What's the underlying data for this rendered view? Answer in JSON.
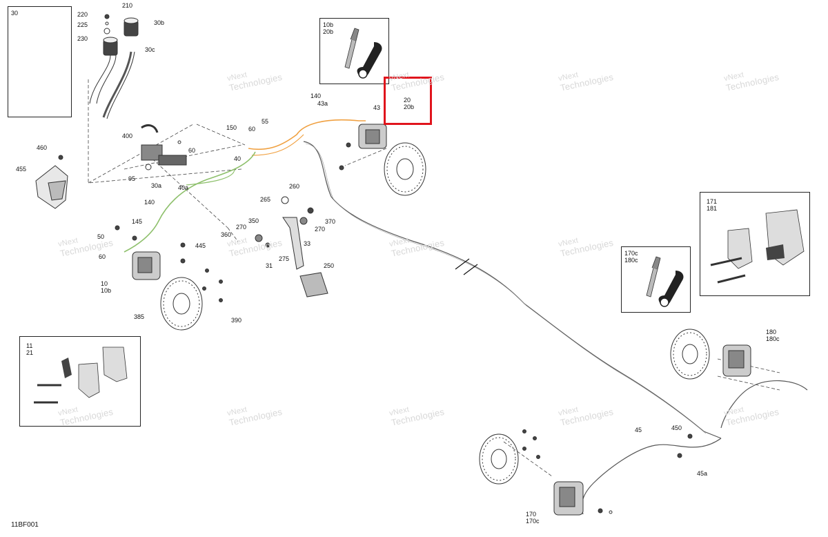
{
  "diagram": {
    "code": "11BF001",
    "watermark": {
      "line1": "vNext",
      "line2": "Technologies"
    },
    "colors": {
      "highlight": "#e0141c",
      "front_line": "#f0a040",
      "master_line": "#8ec06c",
      "outline": "#333333"
    },
    "insets": {
      "top_left": {
        "labels": [
          "30"
        ]
      },
      "bleeder_front": {
        "lines": [
          "10b",
          "20b"
        ]
      },
      "pads_front": {
        "lines": [
          "11",
          "21"
        ]
      },
      "bleeder_rear": {
        "lines": [
          "170c",
          "180c"
        ]
      },
      "pads_rear": {
        "lines": [
          "171",
          "181"
        ]
      }
    },
    "highlight": {
      "lines": [
        "20",
        "20b"
      ]
    },
    "callouts": {
      "c210": "210",
      "c220": "220",
      "c225": "225",
      "c230": "230",
      "c30b": "30b",
      "c30c": "30c",
      "c400": "400",
      "c460": "460",
      "c455": "455",
      "c95": "95",
      "c30a": "30a",
      "c60a": "60",
      "c150": "150",
      "c60b": "60",
      "c55": "55",
      "c40": "40",
      "c40a": "40a",
      "c140a": "140",
      "c140b": "140",
      "c43a": "43a",
      "c43": "43",
      "c260": "260",
      "c265": "265",
      "c370": "370",
      "c270a": "270",
      "c270b": "270",
      "c350": "350",
      "c360": "360",
      "c33": "33",
      "c31": "31",
      "c275": "275",
      "c250": "250",
      "c50": "50",
      "c145": "145",
      "c60c": "60",
      "c445": "445",
      "c10": "10",
      "c10b": "10b",
      "c385": "385",
      "c390": "390",
      "c180": "180",
      "c180c": "180c",
      "c45": "45",
      "c450": "450",
      "c45a": "45a",
      "c170": "170",
      "c170c": "170c"
    }
  }
}
